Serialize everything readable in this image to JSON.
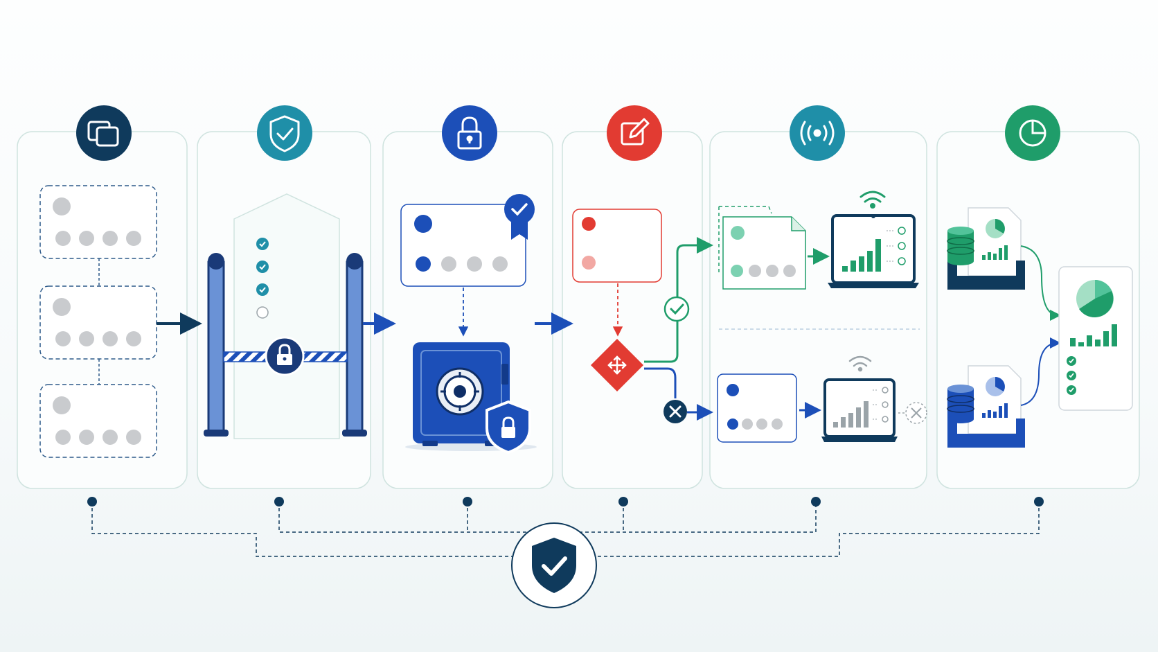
{
  "colors": {
    "navy": "#0f3a5c",
    "teal": "#1f8fa8",
    "blue": "#1c4fb8",
    "red": "#e23b32",
    "green": "#1f9d6a",
    "panel_border": "#cfe3df",
    "dashed_blue": "#2d5a8a",
    "gray_dot": "#c9cbce"
  },
  "stages": [
    {
      "name": "containers",
      "icon": "layers-icon",
      "color": "#0f3a5c"
    },
    {
      "name": "access-gate",
      "icon": "shield-check-icon",
      "color": "#1f8fa8"
    },
    {
      "name": "secure-vault",
      "icon": "padlock-icon",
      "color": "#1c4fb8"
    },
    {
      "name": "review-routing",
      "icon": "edit-icon",
      "color": "#e23b32"
    },
    {
      "name": "broadcast",
      "icon": "signal-icon",
      "color": "#1f8fa8"
    },
    {
      "name": "analytics",
      "icon": "pie-chart-icon",
      "color": "#1f9d6a"
    }
  ],
  "hub": {
    "icon": "shield-check-icon",
    "color": "#0f3a5c"
  },
  "routing": {
    "approved_icon": "check-circle-icon",
    "rejected_icon": "x-circle-icon"
  }
}
